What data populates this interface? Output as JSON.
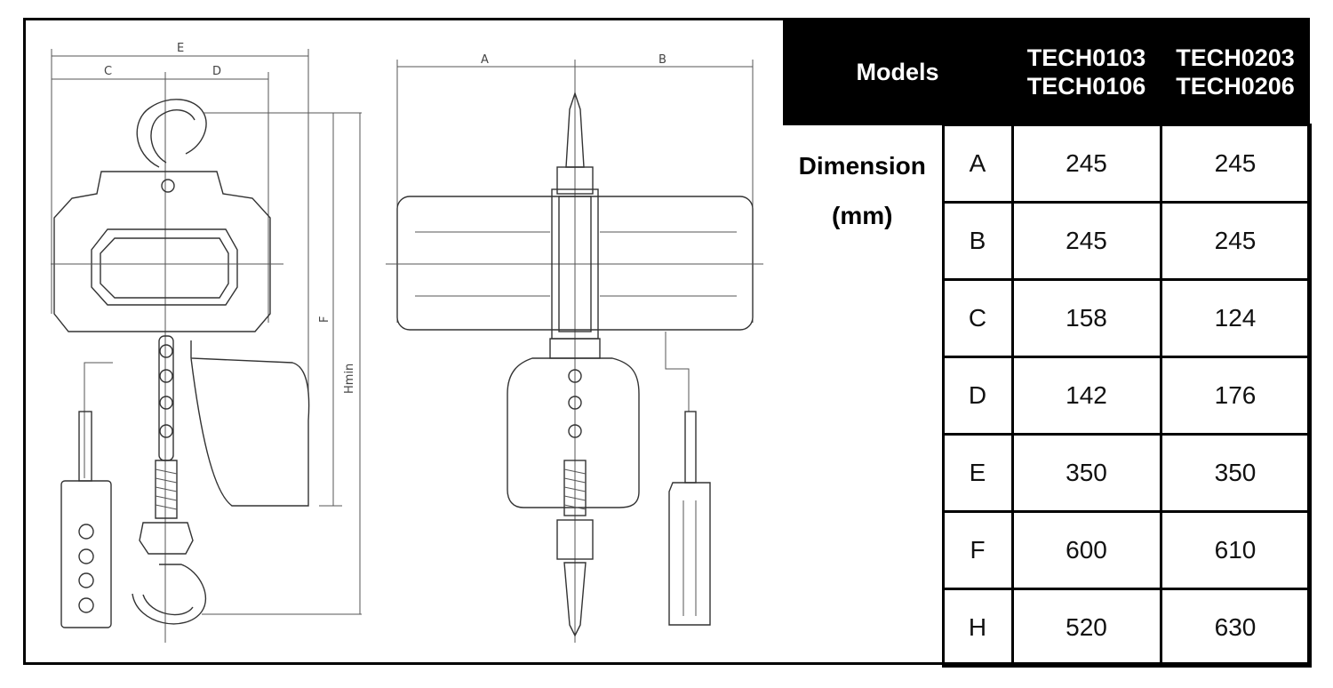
{
  "table": {
    "models_label": "Models",
    "model_columns": [
      {
        "line1": "TECH0103",
        "line2": "TECH0106"
      },
      {
        "line1": "TECH0203",
        "line2": "TECH0206"
      }
    ],
    "dimension_label": "Dimension",
    "unit_label": "(mm)",
    "rows": [
      {
        "key": "A",
        "v1": "245",
        "v2": "245"
      },
      {
        "key": "B",
        "v1": "245",
        "v2": "245"
      },
      {
        "key": "C",
        "v1": "158",
        "v2": "124"
      },
      {
        "key": "D",
        "v1": "142",
        "v2": "176"
      },
      {
        "key": "E",
        "v1": "350",
        "v2": "350"
      },
      {
        "key": "F",
        "v1": "600",
        "v2": "610"
      },
      {
        "key": "H",
        "v1": "520",
        "v2": "630"
      }
    ]
  },
  "drawing": {
    "labels": {
      "E": "E",
      "C": "C",
      "D": "D",
      "A": "A",
      "B": "B",
      "F": "F",
      "H": "Hmin"
    }
  }
}
